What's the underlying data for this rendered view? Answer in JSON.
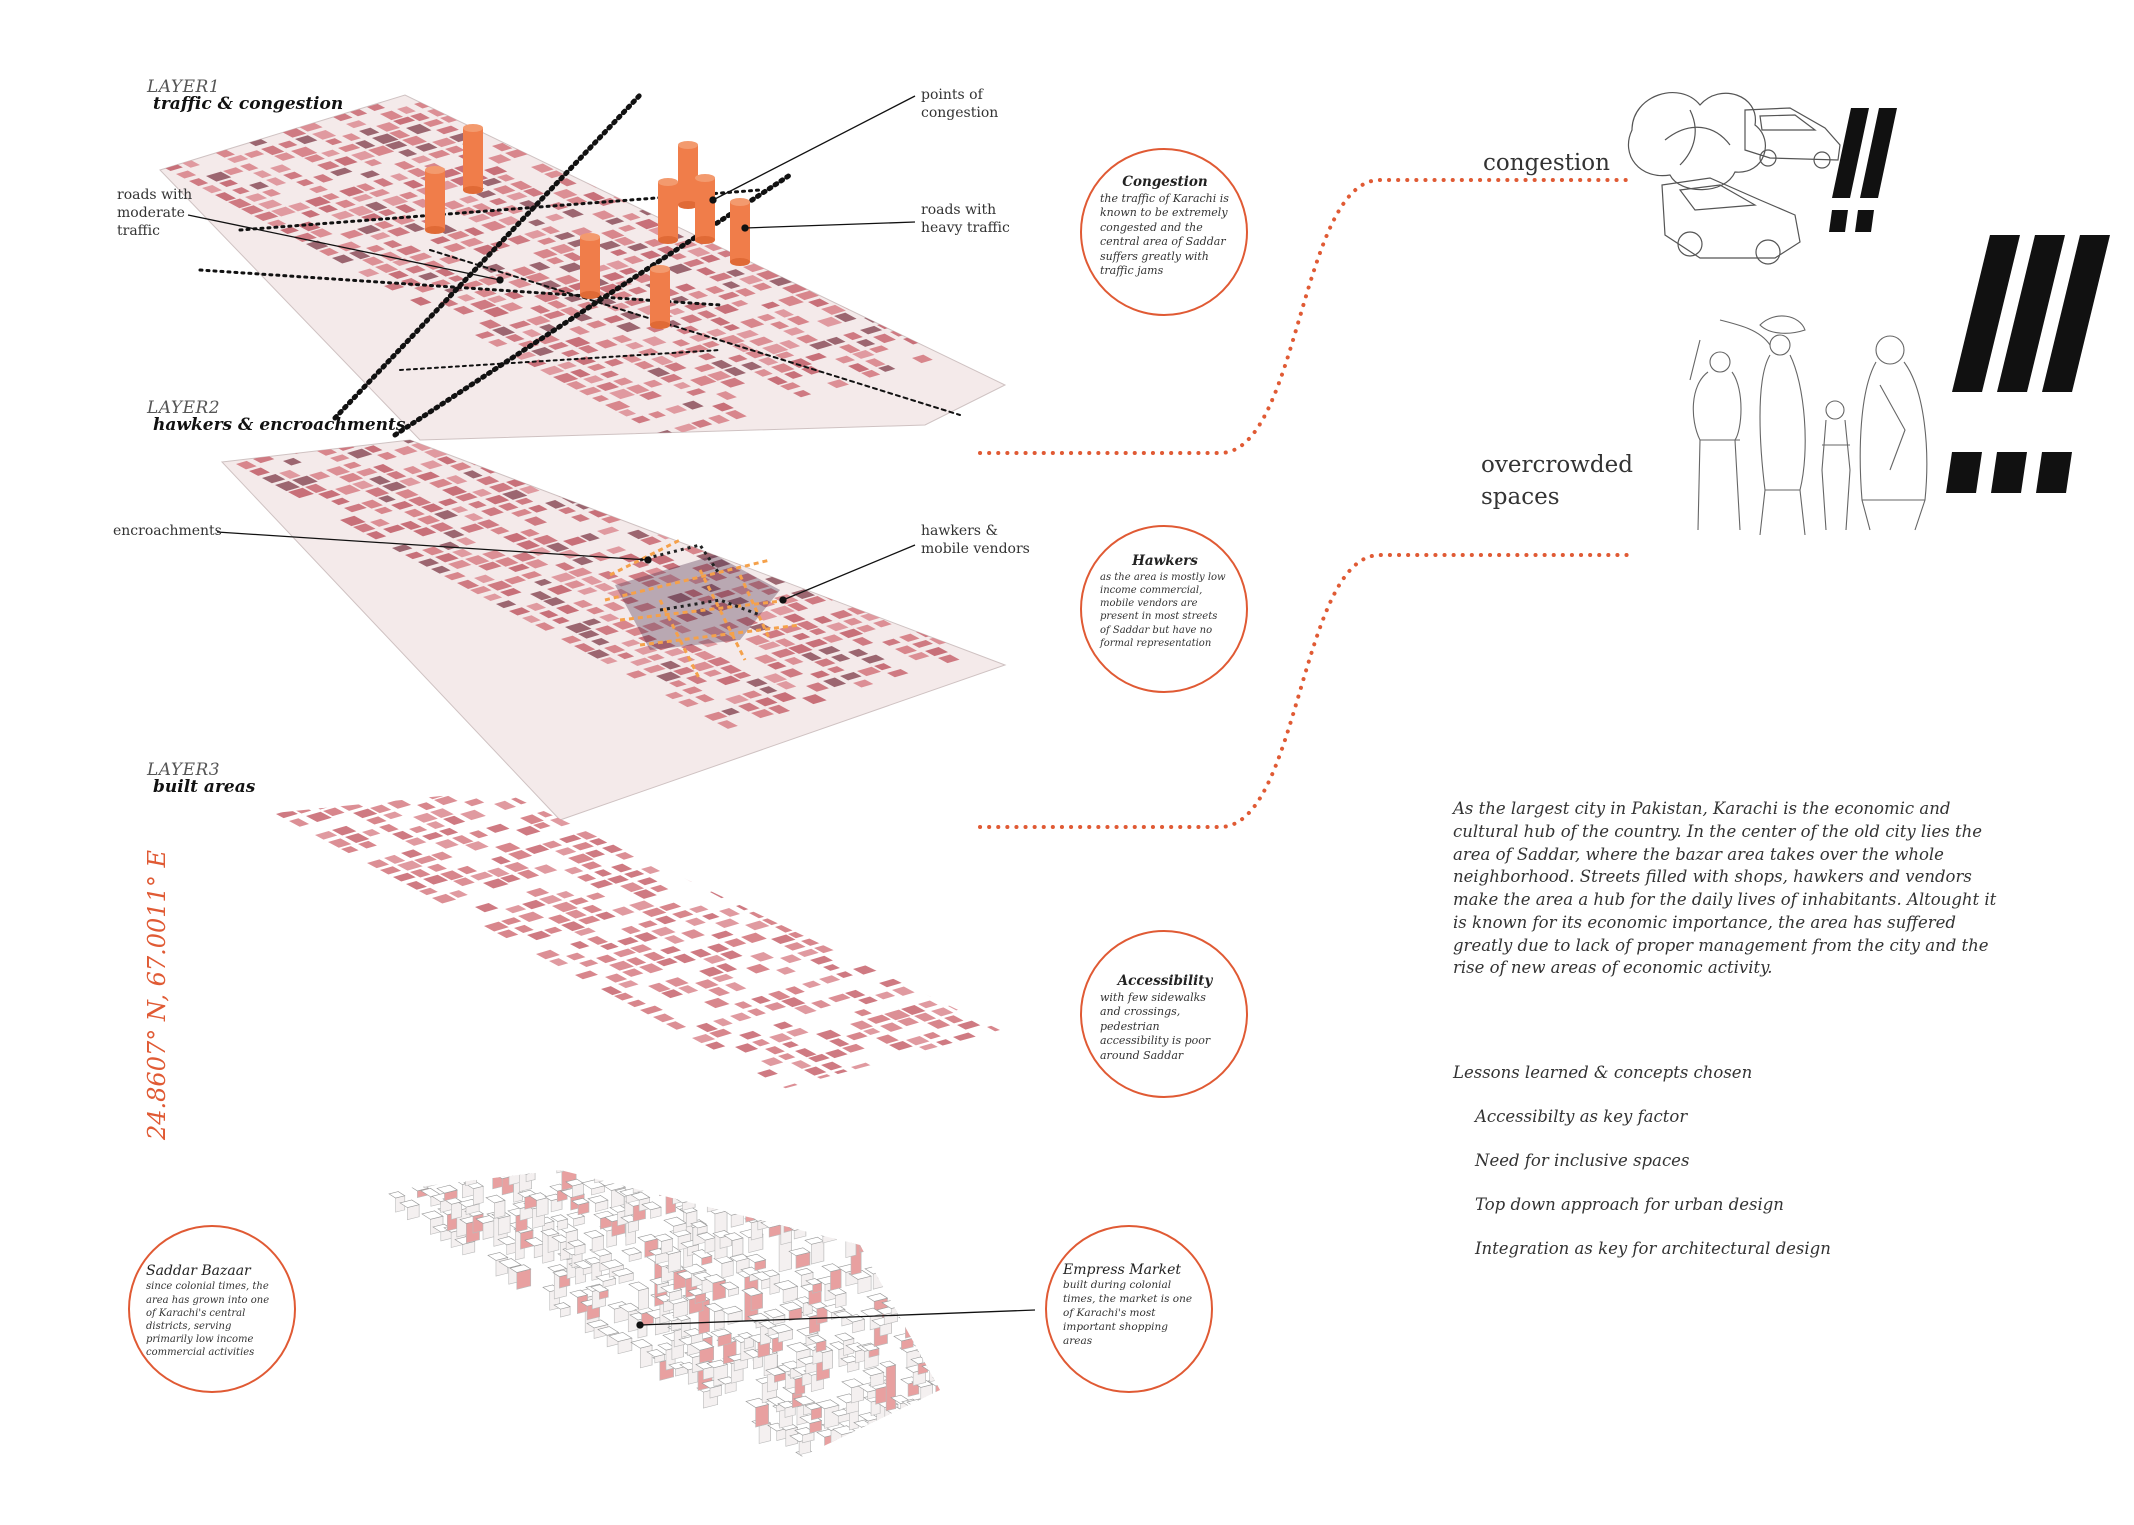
{
  "layers": [
    {
      "num": "LAYER1",
      "name": "traffic & congestion"
    },
    {
      "num": "LAYER2",
      "name": "hawkers & encroachments"
    },
    {
      "num": "LAYER3",
      "name": "built areas"
    }
  ],
  "annotations": {
    "roads_moderate": "roads with moderate traffic",
    "points_congestion": "points of congestion",
    "roads_heavy": "roads with heavy traffic",
    "encroachments": "encroachments",
    "hawkers_vendors": "hawkers & mobile vendors"
  },
  "circles": {
    "congestion": {
      "title": "Congestion",
      "text": "the traffic of Karachi is known to be extremely congested and the central area of Saddar suffers greatly with traffic jams"
    },
    "hawkers": {
      "title": "Hawkers",
      "text": "as the area is mostly low income commercial, mobile vendors are present in most streets of Saddar but have no formal representation"
    },
    "accessibility": {
      "title": "Accessibility",
      "text": "with few sidewalks and crossings, pedestrian accessibility is poor around Saddar"
    },
    "saddar": {
      "title": "Saddar Bazaar",
      "text": "since colonial times, the area has grown into one of Karachi's central districts, serving primarily low income commercial activities"
    },
    "empress": {
      "title": "Empress Market",
      "text": "built during colonial times, the market is one of Karachi's most important shopping areas"
    }
  },
  "coords": "24.8607° N, 67.0011° E",
  "right_labels": {
    "congestion": "congestion",
    "overcrowded_1": "overcrowded",
    "overcrowded_2": "spaces"
  },
  "paragraph": "As the largest city in Pakistan, Karachi is the economic and cultural hub of the country. In the center of the old city lies the area of Saddar, where the bazar area takes over the whole neighborhood. Streets filled with shops, hawkers and vendors make the area a hub for the daily lives of inhabitants. Altought it is known for its economic importance, the area has suffered greatly due to lack of proper management from the city and the rise of new areas of economic activity.",
  "lessons": {
    "heading": "Lessons learned & concepts chosen",
    "items": [
      "Accessibilty as key factor",
      "Need for inclusive spaces",
      "Top down approach for urban design",
      "Integration as key for architectural design"
    ]
  },
  "colors": {
    "accent": "#e05a34",
    "building": "#d8868c",
    "dark_building": "#9c6670",
    "tower": "#f07d4a",
    "marks": "#111111"
  }
}
